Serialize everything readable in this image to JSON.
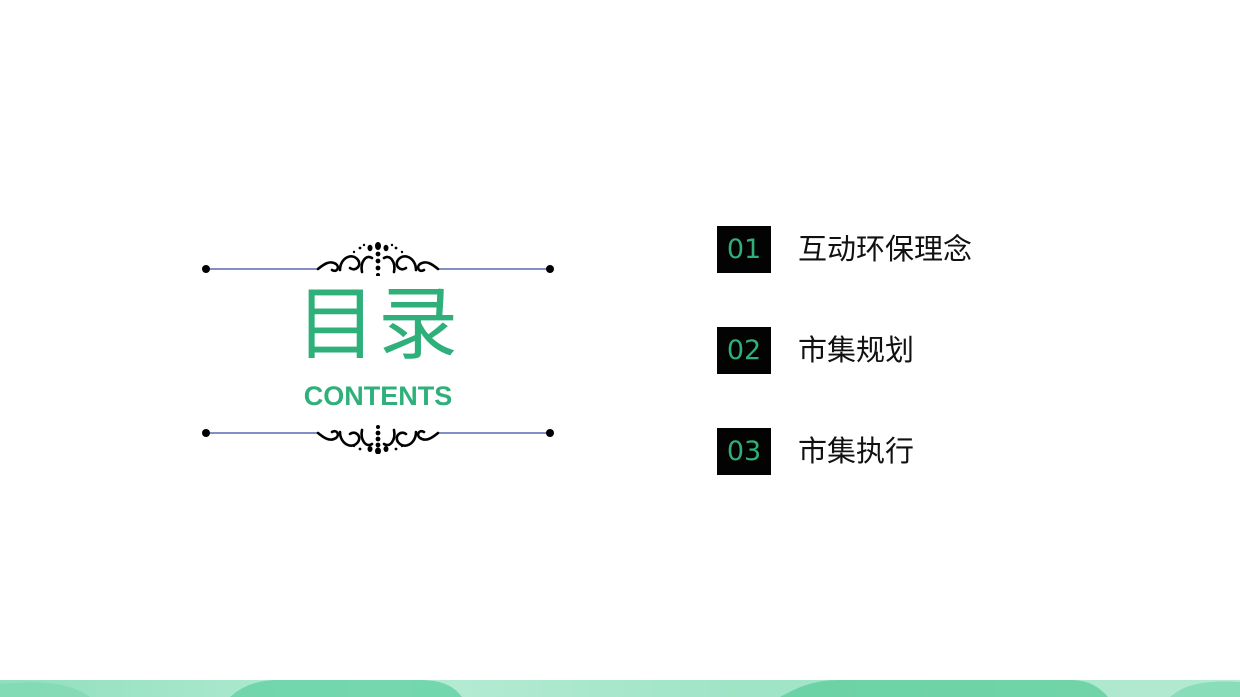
{
  "title": {
    "main": "目录",
    "sub": "CONTENTS"
  },
  "menu": {
    "items": [
      {
        "number": "01",
        "label": "互动环保理念"
      },
      {
        "number": "02",
        "label": "市集规划"
      },
      {
        "number": "03",
        "label": "市集执行"
      }
    ]
  },
  "colors": {
    "accent": "#2fb07a",
    "box": "#030303",
    "line": "#5868b0",
    "band_light": "#a8e6cc",
    "band_dark": "#3fc88f"
  }
}
